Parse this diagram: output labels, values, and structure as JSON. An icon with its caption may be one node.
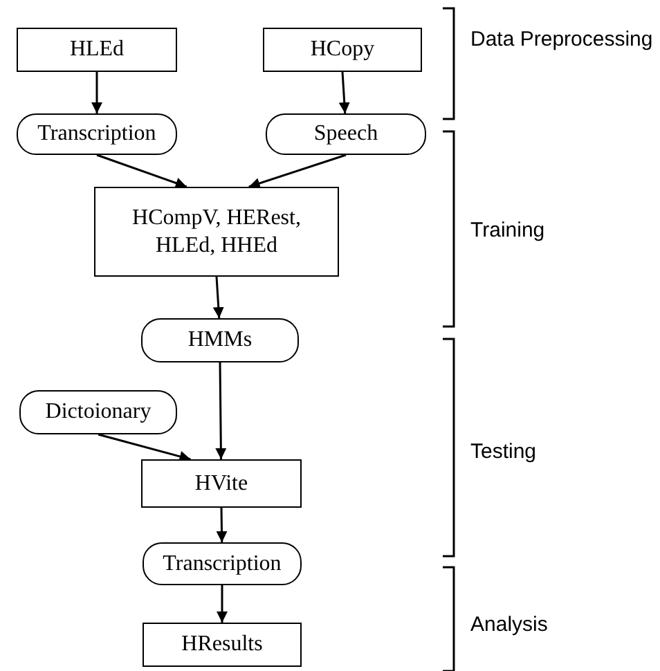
{
  "diagram": {
    "nodes": [
      {
        "text": [
          "HLEd"
        ]
      },
      {
        "text": [
          "HCopy"
        ]
      },
      {
        "text": [
          "Transcription"
        ]
      },
      {
        "text": [
          "Speech"
        ]
      },
      {
        "text": [
          "HCompV, HERest, HLEd, HHEd"
        ]
      },
      {
        "text": [
          "HMMs"
        ]
      },
      {
        "text": [
          "Dictoionary"
        ]
      },
      {
        "text": [
          "HVite"
        ]
      },
      {
        "text": [
          "Transcription"
        ]
      },
      {
        "text": [
          "HResults"
        ]
      }
    ],
    "edges": [
      {
        "from": 0,
        "to": 2,
        "arrow": "to"
      },
      {
        "from": 1,
        "to": 3,
        "arrow": "to"
      },
      {
        "from": 2,
        "to": 4,
        "arrow": "to"
      },
      {
        "from": 3,
        "to": 4,
        "arrow": "to"
      },
      {
        "from": 4,
        "to": 5,
        "arrow": "to"
      },
      {
        "from": 5,
        "to": 7,
        "arrow": "to"
      },
      {
        "from": 6,
        "to": 7,
        "arrow": "to"
      },
      {
        "from": 7,
        "to": 8,
        "arrow": "to"
      },
      {
        "from": 8,
        "to": 9,
        "arrow": "to"
      }
    ],
    "labels": [
      "Data Preprocessing",
      "Training",
      "Testing",
      "Analysis"
    ]
  }
}
